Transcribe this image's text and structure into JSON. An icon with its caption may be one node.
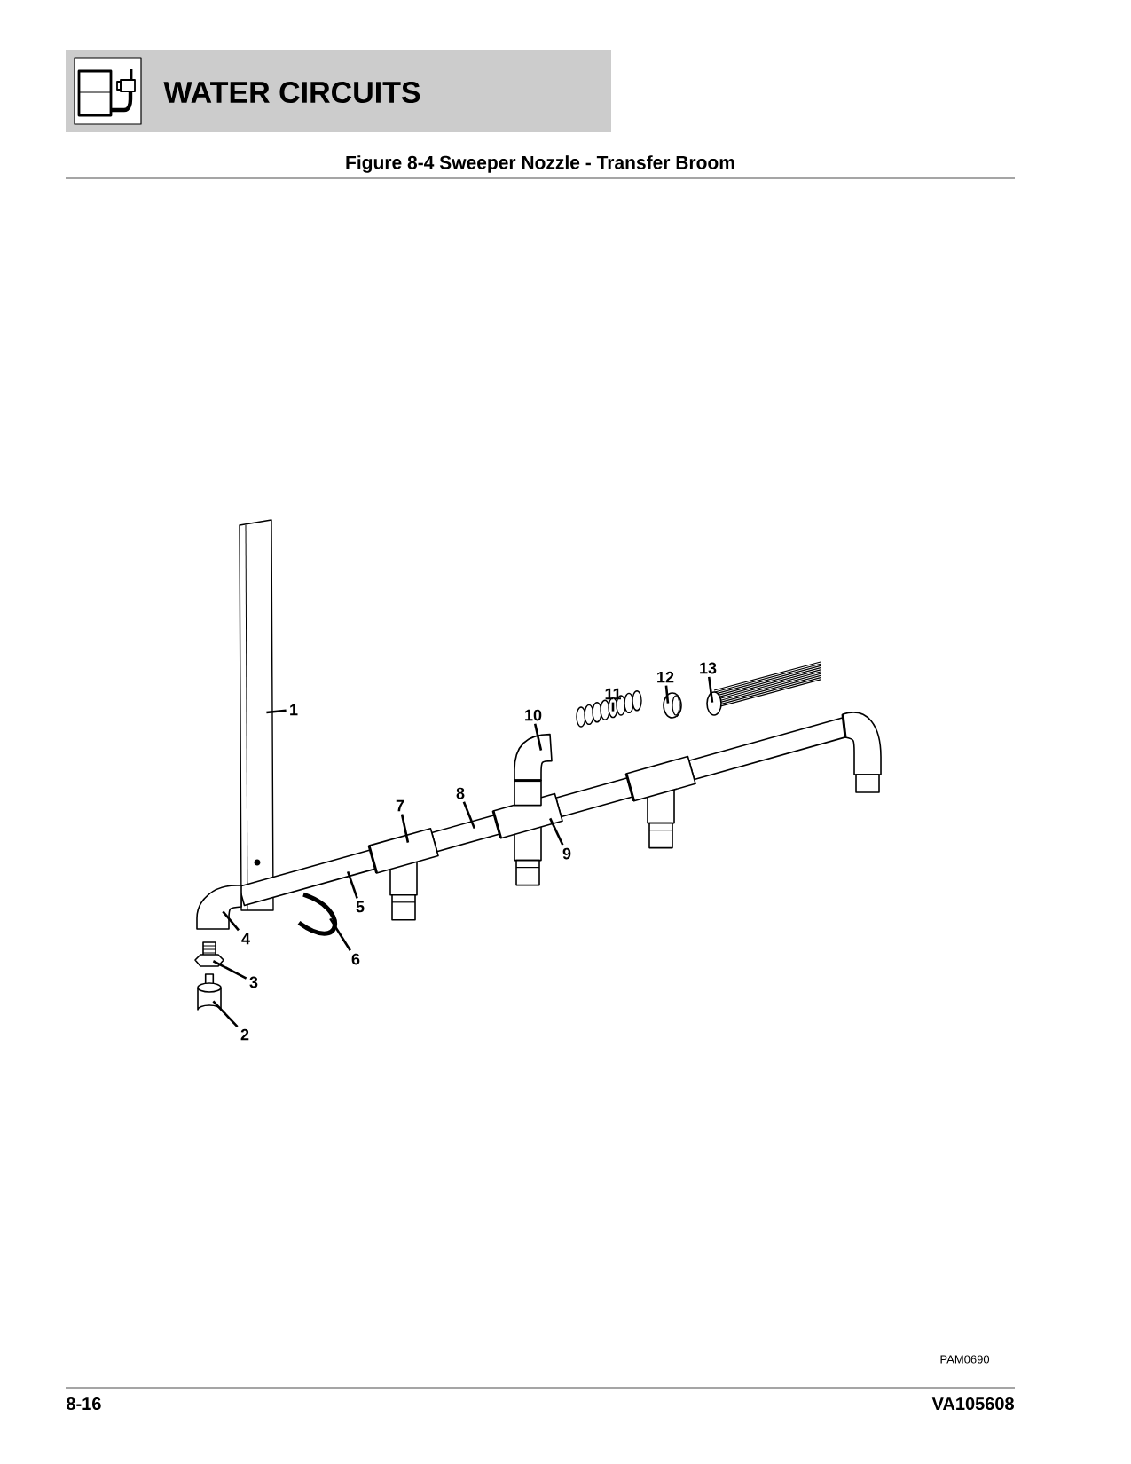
{
  "diagram": {
    "title": "WATER CIRCUITS",
    "caption": "Figure 8-4 Sweeper Nozzle - Transfer Broom",
    "nodes": [
      {
        "text": [
          "1"
        ]
      },
      {
        "text": [
          "2"
        ]
      },
      {
        "text": [
          "3"
        ]
      },
      {
        "text": [
          "4"
        ]
      },
      {
        "text": [
          "5"
        ]
      },
      {
        "text": [
          "6"
        ]
      },
      {
        "text": [
          "7"
        ]
      },
      {
        "text": [
          "8"
        ]
      },
      {
        "text": [
          "9"
        ]
      },
      {
        "text": [
          "10"
        ]
      },
      {
        "text": [
          "11"
        ]
      },
      {
        "text": [
          "12"
        ]
      },
      {
        "text": [
          "13"
        ]
      },
      {
        "text": [],
        "shape": "picture"
      },
      {
        "text": [],
        "shape": "cylinder"
      },
      {
        "text": [],
        "shape": "picture"
      },
      {
        "text": [],
        "shape": "picture"
      },
      {
        "text": [],
        "shape": "picture"
      },
      {
        "text": [],
        "shape": "picture"
      },
      {
        "text": [],
        "shape": "picture"
      },
      {
        "text": [],
        "shape": "picture"
      },
      {
        "text": [],
        "shape": "picture"
      },
      {
        "text": [],
        "shape": "picture"
      },
      {
        "text": [],
        "shape": "picture"
      },
      {
        "text": [],
        "shape": "picture"
      },
      {
        "text": [],
        "shape": "picture"
      }
    ],
    "edges": [
      {
        "from": 0,
        "to": 13,
        "arrow": "none"
      },
      {
        "from": 1,
        "to": 14,
        "arrow": "none"
      },
      {
        "from": 2,
        "to": 15,
        "arrow": "none"
      },
      {
        "from": 3,
        "to": 16,
        "arrow": "none"
      },
      {
        "from": 4,
        "to": 17,
        "arrow": "none"
      },
      {
        "from": 5,
        "to": 18,
        "arrow": "none"
      },
      {
        "from": 6,
        "to": 19,
        "arrow": "none"
      },
      {
        "from": 7,
        "to": 20,
        "arrow": "none"
      },
      {
        "from": 8,
        "to": 21,
        "arrow": "none"
      },
      {
        "from": 9,
        "to": 22,
        "arrow": "none"
      },
      {
        "from": 10,
        "to": 23,
        "arrow": "none"
      },
      {
        "from": 11,
        "to": 24,
        "arrow": "none"
      },
      {
        "from": 12,
        "to": 25,
        "arrow": "none"
      }
    ],
    "labels": [
      "PAM0690",
      "8-16",
      "VA105608"
    ]
  }
}
